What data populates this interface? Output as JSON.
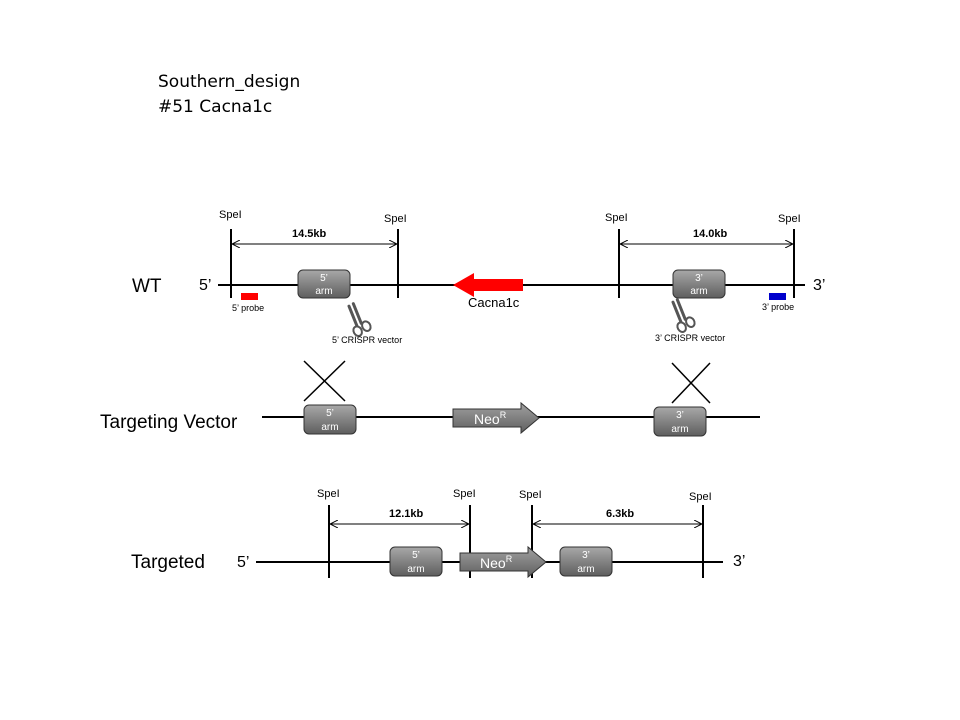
{
  "header": {
    "line1": "Southern_design",
    "line2": "#51  Cacna1c"
  },
  "colors": {
    "gene_arrow": "#ff0000",
    "probe_5": "#ff0000",
    "probe_3": "#0000cc",
    "arm_fill": "#808080",
    "neo_fill": "#808080"
  },
  "wt": {
    "label": "WT",
    "end5": "5’",
    "end3": "3’",
    "site1": "SpeI",
    "site2": "SpeI",
    "site3": "SpeI",
    "site4": "SpeI",
    "dist_left": "14.5kb",
    "dist_right": "14.0kb",
    "arm5_top": "5’",
    "arm5_bottom": "arm",
    "arm3_top": "3’",
    "arm3_bottom": "arm",
    "gene": "Cacna1c",
    "probe5": "5’ probe",
    "probe3": "3’ probe",
    "crispr5": "5’ CRISPR  vector",
    "crispr3": "3’ CRISPR  vector"
  },
  "vector": {
    "label": "Targeting Vector",
    "arm5_top": "5’",
    "arm5_bottom": "arm",
    "arm3_top": "3’",
    "arm3_bottom": "arm",
    "neo": "Neo",
    "neo_sup": "R"
  },
  "targeted": {
    "label": "Targeted",
    "end5": "5’",
    "end3": "3’",
    "site1": "SpeI",
    "site2": "SpeI",
    "site3": "SpeI",
    "site4": "SpeI",
    "dist_left": "12.1kb",
    "dist_right": "6.3kb",
    "arm5_top": "5’",
    "arm5_bottom": "arm",
    "arm3_top": "3’",
    "arm3_bottom": "arm",
    "neo": "Neo",
    "neo_sup": "R"
  }
}
